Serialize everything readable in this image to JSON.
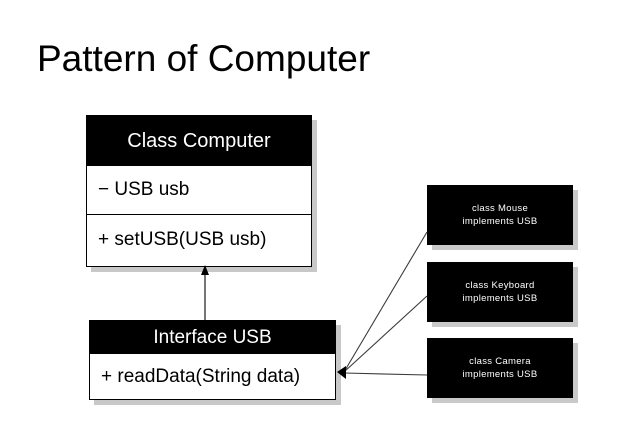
{
  "slide": {
    "title": "Pattern of Computer",
    "background_color": "#ffffff",
    "text_color": "#000000",
    "header_fill": "#000000",
    "header_text_color": "#ffffff",
    "shadow_color": "#bebebe"
  },
  "computer_class": {
    "name": "Class Computer",
    "attribute": "− USB usb",
    "operation": "+ setUSB(USB usb)"
  },
  "usb_interface": {
    "name": "Interface USB",
    "operation": "+ readData(String data)"
  },
  "implementors": [
    {
      "line1": "class Mouse",
      "line2": "implements  USB"
    },
    {
      "line1": "class Keyboard",
      "line2": "implements  USB"
    },
    {
      "line1": "class Camera",
      "line2": "implements  USB"
    }
  ],
  "connectors": {
    "realization_label": "",
    "dependency_label": ""
  }
}
